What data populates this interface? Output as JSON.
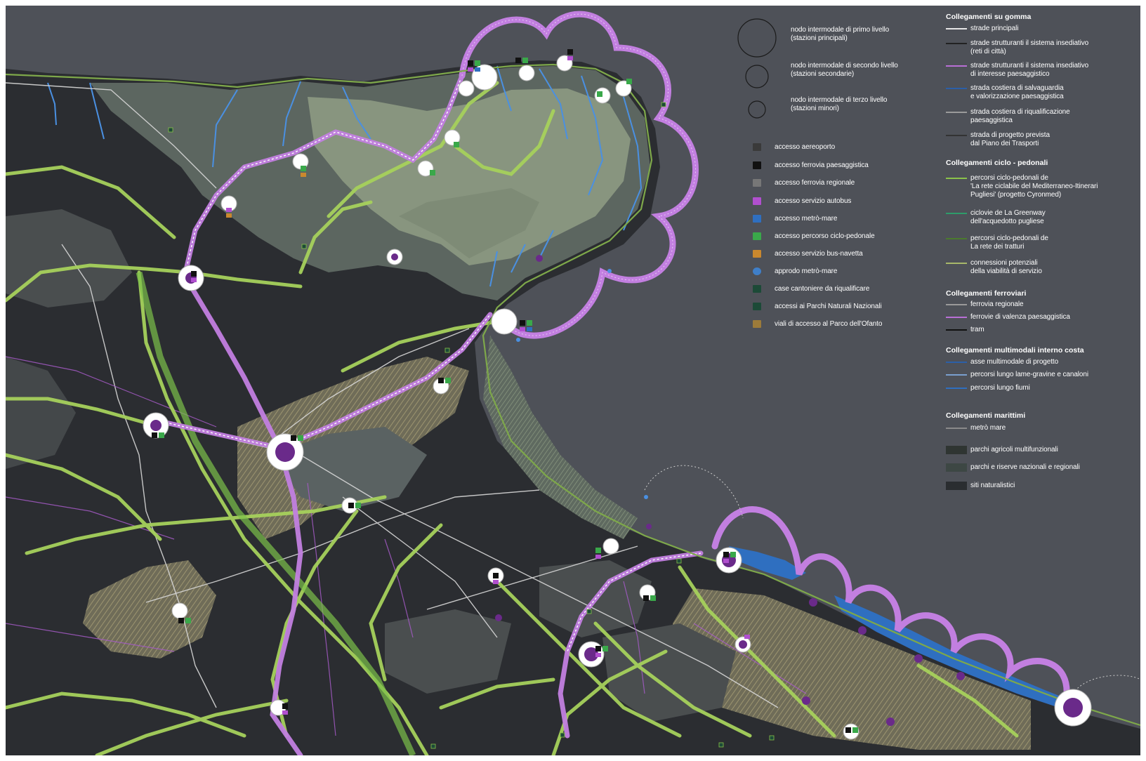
{
  "colors": {
    "sea": "#4e5158",
    "land_dark": "#2b2d31",
    "land_mid": "#4a4e4f",
    "land_light": "#8c9787",
    "hatch": "#9c9474",
    "cycle_green": "#8bc34a",
    "cycle_green_light": "#c5e07a",
    "bus_purple": "#b96fd6",
    "metro_blue": "#3f7fc9",
    "river_blue": "#4a90e2",
    "road_white": "#d8d8d8"
  },
  "legend_nodes": [
    {
      "label": "nodo intermodale di primo livello\n(stazioni principali)"
    },
    {
      "label": "nodo intermodale di secondo livello\n(stazioni secondarie)"
    },
    {
      "label": "nodo intermodale di terzo livello\n(stazioni minori)"
    }
  ],
  "legend_access": [
    {
      "label": "accesso aereoporto",
      "icon": "airport-icon",
      "color": "#3a3a3a"
    },
    {
      "label": "accesso ferrovia paesaggistica",
      "icon": "train-icon",
      "color": "#111111"
    },
    {
      "label": "accesso ferrovia regionale",
      "icon": "regional-train-icon",
      "color": "#777777"
    },
    {
      "label": "accesso servizio autobus",
      "icon": "bus-icon",
      "color": "#b14fcf"
    },
    {
      "label": "accesso metrò-mare",
      "icon": "metro-sea-icon",
      "color": "#2f6fc0"
    },
    {
      "label": "accesso percorso ciclo-pedonale",
      "icon": "bicycle-icon",
      "color": "#3aa84a"
    },
    {
      "label": "accesso servizio bus-navetta",
      "icon": "shuttle-bus-icon",
      "color": "#c9882e"
    },
    {
      "label": "approdo metrò-mare",
      "icon": "landing-dot-icon",
      "color": "#3f7fc9"
    },
    {
      "label": "case cantoniere da riqualificare",
      "icon": "house-icon",
      "color": "#1c4a37"
    },
    {
      "label": "accessi ai Parchi Naturali Nazionali",
      "icon": "park-icon",
      "color": "#1c4a37"
    },
    {
      "label": "viali di accesso al Parco dell'Ofanto",
      "icon": "avenue-icon",
      "color": "#9c7b3a"
    }
  ],
  "legend_road": {
    "heading": "Collegamenti su gomma",
    "items": [
      {
        "label": "strade principali",
        "color": "#e6e6e6"
      },
      {
        "label": "strade strutturanti il sistema insediativo\n(reti di città)",
        "color": "#222222"
      },
      {
        "label": "strade strutturanti il sistema insediativo\ndi interesse paesaggistico",
        "color": "#b96fd6"
      },
      {
        "label": "strada costiera di salvaguardia\ne valorizzazione paesaggistica",
        "color": "#2b5fa8"
      },
      {
        "label": "strada costiera di riqualificazione\npaesaggistica",
        "color": "#9a9a9a"
      },
      {
        "label": "strada di progetto prevista\ndal Piano dei Trasporti",
        "color": "#333333"
      }
    ]
  },
  "legend_cycle": {
    "heading": "Collegamenti ciclo - pedonali",
    "items": [
      {
        "label": "percorsi ciclo-pedonali de\n'La rete ciclabile del Mediterraneo-Itinerari\nPugliesi' (progetto Cyronmed)",
        "color": "#8bc34a"
      },
      {
        "label": "ciclovie de La Greenway\ndell'acquedotto pugliese",
        "color": "#2e9c6a"
      },
      {
        "label": "percorsi ciclo-pedonali de\nLa rete dei tratturi",
        "color": "#4b7a2e"
      },
      {
        "label": "connessioni potenziali\ndella viabilità di servizio",
        "color": "#a8b86a"
      }
    ]
  },
  "legend_rail": {
    "heading": "Collegamenti ferroviari",
    "items": [
      {
        "label": "ferrovia regionale",
        "color": "#9a9a9a"
      },
      {
        "label": "ferrovie di valenza paesaggistica",
        "color": "#b96fd6"
      },
      {
        "label": "tram",
        "color": "#111111"
      }
    ]
  },
  "legend_multimodal": {
    "heading": "Collegamenti multimodali interno costa",
    "items": [
      {
        "label": "asse multimodale di progetto",
        "color": "#2b5fa8"
      },
      {
        "label": "percorsi lungo lame-gravine e canaloni",
        "color": "#7a9fcf"
      },
      {
        "label": "percorsi lungo fiumi",
        "color": "#2f6fc0"
      }
    ]
  },
  "legend_sea": {
    "heading": "Collegamenti marittimi",
    "items": [
      {
        "label": "metrò mare",
        "color": "#8a8a8a"
      }
    ]
  },
  "legend_areas": [
    {
      "label": "parchi agricoli multifunzionali",
      "color": "#2f3532"
    },
    {
      "label": "parchi e riserve nazionali e regionali",
      "color": "#3d4744"
    },
    {
      "label": "siti naturalistici",
      "color": "#2a2d30"
    }
  ]
}
